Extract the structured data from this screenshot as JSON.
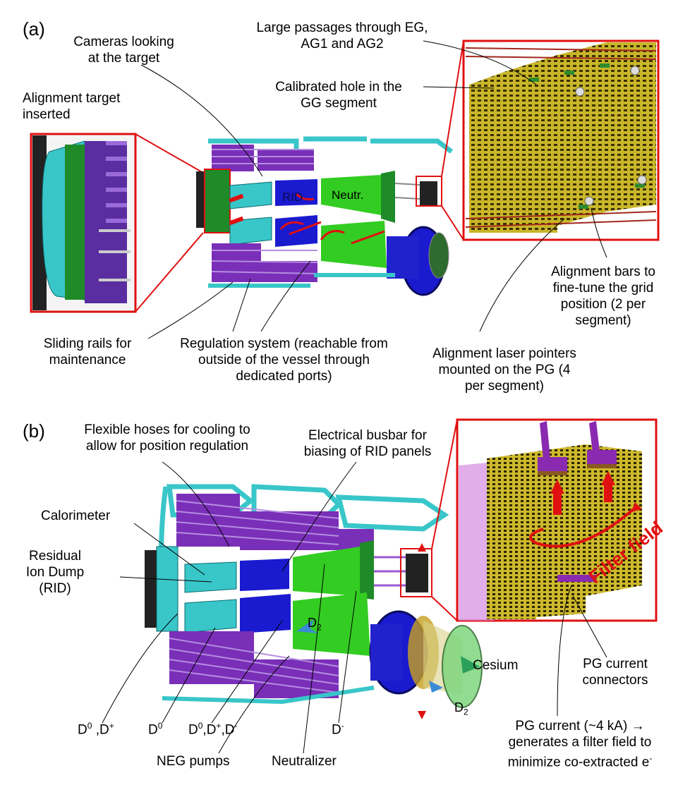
{
  "panel_a": {
    "tag": "(a)",
    "labels": {
      "cameras": [
        "Cameras looking",
        "at the target"
      ],
      "passages": [
        "Large passages through EG,",
        "AG1 and AG2"
      ],
      "calibrated": [
        "Calibrated hole in the",
        "GG segment"
      ],
      "target": [
        "Alignment target",
        "inserted"
      ],
      "rails": [
        "Sliding rails for",
        "maintenance"
      ],
      "regulation": [
        "Regulation system (reachable from",
        "outside of the vessel through",
        "dedicated ports)"
      ],
      "bars": [
        "Alignment bars to",
        "fine-tune the grid",
        "position (2 per",
        "segment)"
      ],
      "lasers": [
        "Alignment laser pointers",
        "mounted on the PG (4",
        "per segment)"
      ],
      "rid_inline": "RID",
      "neutr_inline": "Neutr."
    }
  },
  "panel_b": {
    "tag": "(b)",
    "labels": {
      "hoses": [
        "Flexible hoses for cooling  to",
        "allow for position regulation"
      ],
      "busbar": [
        "Electrical busbar for",
        "biasing of RID panels"
      ],
      "calorimeter": "Calorimeter",
      "rid": [
        "Residual",
        "Ion Dump",
        "(RID)"
      ],
      "d2_upper": "D",
      "d2_lower": "D",
      "cesium": "Cesium",
      "pg_connectors": [
        "PG current",
        "connectors"
      ],
      "filter": "Filter field",
      "d0dp": "D",
      "d0": "D",
      "d0dpdm": "D",
      "dminus": "D",
      "neg": "NEG pumps",
      "neutralizer": "Neutralizer",
      "pg_current": [
        "PG current  (~4 kA) →",
        "generates a filter field to",
        "minimize co-extracted e"
      ]
    }
  },
  "colors": {
    "cyan": "#39c6c9",
    "purple": "#7a2fb8",
    "blue": "#1a1acf",
    "green": "#33cc22",
    "yellow_grid": "#c9b62a",
    "red": "#e01010",
    "magenta": "#c97be0"
  }
}
